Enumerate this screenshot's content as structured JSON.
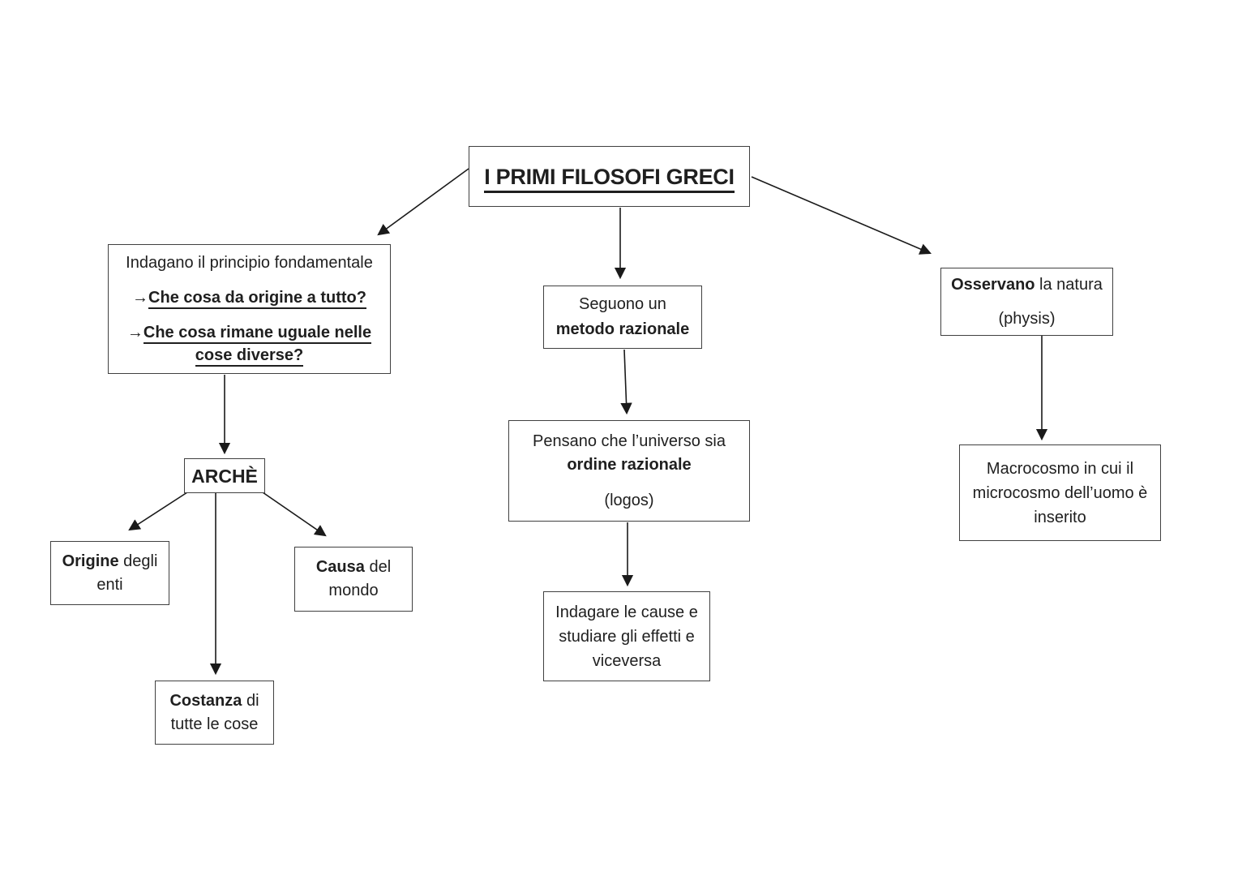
{
  "page": {
    "background": "#ffffff"
  },
  "colors": {
    "text": "#1f1f1f",
    "box_border": "#404040",
    "arrow": "#1a1a1a"
  },
  "nodes": {
    "title": {
      "label": "I PRIMI FILOSOFI GRECI"
    },
    "indagano": {
      "line1": "Indagano il principio fondamentale",
      "bullet_arrow": "→",
      "question1": "Che cosa da origine a tutto?",
      "question2_line1": "Che cosa rimane uguale nelle",
      "question2_line2": "cose diverse?"
    },
    "seguono": {
      "line1": "Seguono un",
      "line2": "metodo razionale"
    },
    "osservano": {
      "bold": "Osservano",
      "rest": " la natura",
      "line2": "(physis)"
    },
    "arche": {
      "label": "ARCHÈ"
    },
    "origine": {
      "bold": "Origine",
      "rest": " degli",
      "line2": "enti"
    },
    "causa": {
      "bold": "Causa",
      "rest": " del",
      "line2": "mondo"
    },
    "costanza": {
      "bold": "Costanza",
      "rest": " di",
      "line2": "tutte le cose"
    },
    "pensano": {
      "line1": "Pensano che l’universo sia",
      "line2": "ordine razionale",
      "line3": "(logos)"
    },
    "indagare": {
      "line1": "Indagare le cause e",
      "line2": "studiare gli effetti e",
      "line3": "viceversa"
    },
    "macrocosmo": {
      "line1": "Macrocosmo in cui il",
      "line2": "microcosmo dell’uomo è",
      "line3": "inserito"
    }
  }
}
